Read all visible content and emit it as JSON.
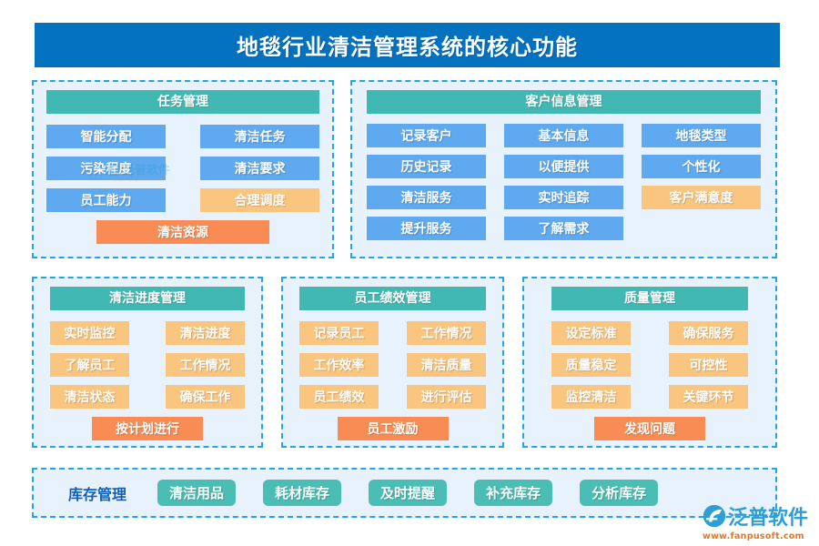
{
  "header": {
    "title": "地毯行业清洁管理系统的核心功能",
    "background": "#0572c0"
  },
  "colors": {
    "header_blue": "#0572c0",
    "panel_bg": "#e7f2fc",
    "panel_border": "#21a5e8",
    "title_teal": "#42b8b3",
    "chip_blue": "#5ea9ef",
    "chip_amber": "#fac57e",
    "chip_orange": "#f98c54",
    "chip_teal": "#4abdb4",
    "inventory_label": "#1060b8"
  },
  "panels": {
    "task": {
      "title": "任务管理",
      "rows": [
        [
          "智能分配",
          "清洁任务"
        ],
        [
          "污染程度",
          "清洁要求"
        ],
        [
          "员工能力",
          "合理调度"
        ]
      ],
      "wide": "清洁资源"
    },
    "customer": {
      "title": "客户信息管理",
      "rows": [
        [
          "记录客户",
          "基本信息",
          "地毯类型"
        ],
        [
          "历史记录",
          "以便提供",
          "个性化"
        ],
        [
          "清洁服务",
          "实时追踪",
          "客户满意度"
        ],
        [
          "提升服务",
          "了解需求",
          ""
        ]
      ]
    },
    "progress": {
      "title": "清洁进度管理",
      "rows": [
        [
          "实时监控",
          "清洁进度"
        ],
        [
          "了解员工",
          "工作情况"
        ],
        [
          "清洁状态",
          "确保工作"
        ]
      ],
      "wide": "按计划进行"
    },
    "performance": {
      "title": "员工绩效管理",
      "rows": [
        [
          "记录员工",
          "工作情况"
        ],
        [
          "工作效率",
          "清洁质量"
        ],
        [
          "员工绩效",
          "进行评估"
        ]
      ],
      "wide": "员工激励"
    },
    "quality": {
      "title": "质量管理",
      "rows": [
        [
          "设定标准",
          "确保服务"
        ],
        [
          "质量稳定",
          "可控性"
        ],
        [
          "监控清洁",
          "关键环节"
        ]
      ],
      "wide": "发现问题"
    },
    "inventory": {
      "label": "库存管理",
      "items": [
        "清洁用品",
        "耗材库存",
        "及时提醒",
        "补充库存",
        "分析库存"
      ]
    }
  },
  "watermark": {
    "brand": "泛普软件",
    "url": "www.fanpusoft.com"
  }
}
